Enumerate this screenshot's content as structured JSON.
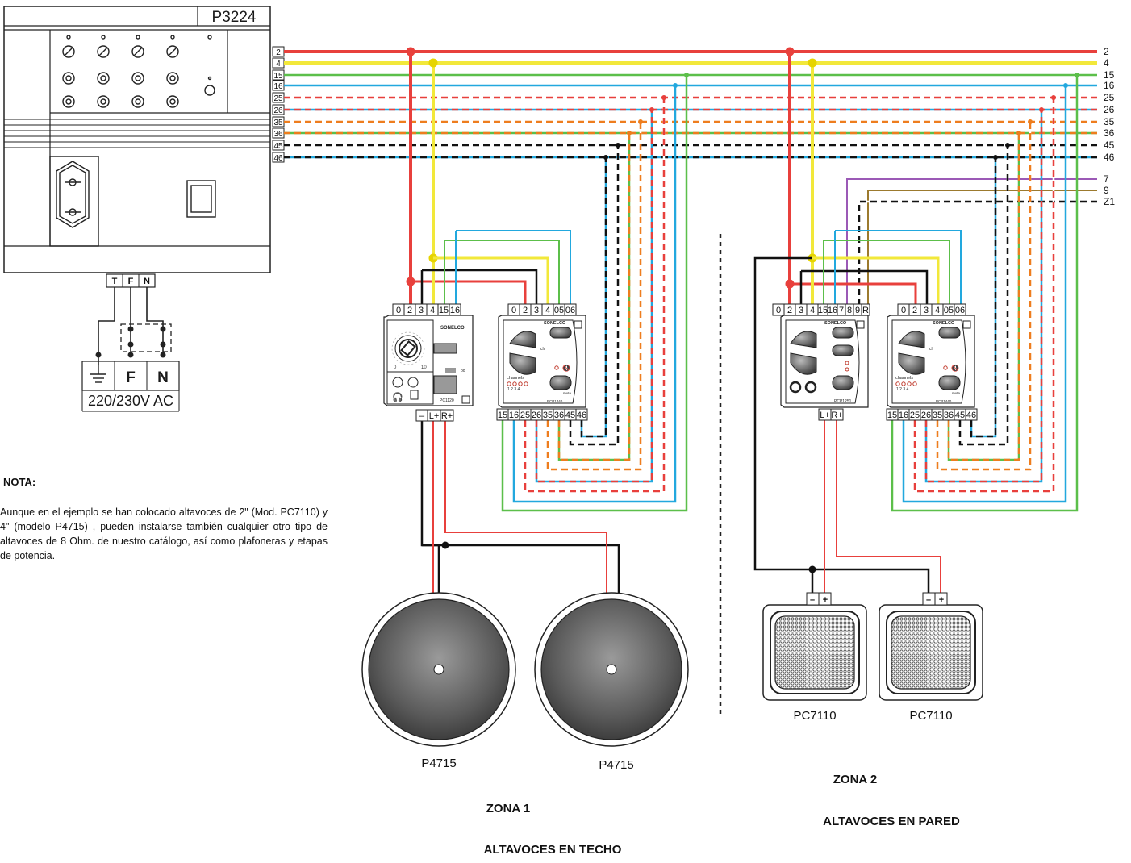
{
  "amplifier": {
    "model": "P3224",
    "power_terminals": [
      "T",
      "F",
      "N"
    ],
    "ground_symbol": "earth-ground",
    "supply_f": "F",
    "supply_n": "N",
    "supply_voltage": "220/230V AC"
  },
  "bus_lines": [
    "2",
    "4",
    "15",
    "16",
    "25",
    "26",
    "35",
    "36",
    "45",
    "46"
  ],
  "bus_lines_zone2_extra": [
    "7",
    "9",
    "Z1"
  ],
  "wire_colors": {
    "2": "#e8403c",
    "4": "#f2e83a",
    "15": "#5cbf4a",
    "16": "#22a8de",
    "25": "#e8403c",
    "26": "#e8403c",
    "35": "#ee7d1e",
    "36": "#ee7d1e",
    "45": "#111111",
    "46": "#111111",
    "7": "#9b59b6",
    "9": "#9c7a2e"
  },
  "modules": {
    "zone1_selector": {
      "brand": "SONELCO",
      "model": "PC1120",
      "top_terminals": [
        "0",
        "2",
        "3",
        "4",
        "15",
        "16"
      ],
      "bottom_terminals": [
        "–",
        "L+",
        "R+"
      ]
    },
    "zone1_control": {
      "brand": "SONELCO",
      "model": "PCP1440",
      "top_terminals": [
        "0",
        "2",
        "3",
        "4",
        "05",
        "06"
      ],
      "bottom_terminals": [
        "15",
        "16",
        "25",
        "26",
        "35",
        "36",
        "45",
        "46"
      ],
      "channels_label": "channels",
      "channel_numbers": "1 2 3 4",
      "mute_label": "mute",
      "ch_label": "ch"
    },
    "zone2_selector": {
      "brand": "SONELCO",
      "model": "PCP1251",
      "top_terminals": [
        "0",
        "2",
        "3",
        "4",
        "15",
        "16",
        "7",
        "8",
        "9",
        "R"
      ],
      "bottom_terminals": [
        "L+",
        "R+"
      ]
    },
    "zone2_control": {
      "brand": "SONELCO",
      "model": "PCP1440",
      "top_terminals": [
        "0",
        "2",
        "3",
        "4",
        "05",
        "06"
      ],
      "bottom_terminals": [
        "15",
        "16",
        "25",
        "26",
        "35",
        "36",
        "45",
        "46"
      ],
      "channels_label": "channels",
      "channel_numbers": "1 2 3 4",
      "mute_label": "mute",
      "ch_label": "ch"
    }
  },
  "speakers": {
    "zone1": [
      "P4715",
      "P4715"
    ],
    "zone2": [
      "PC7110",
      "PC7110"
    ],
    "zone2_terminals": [
      "–",
      "+"
    ]
  },
  "note": {
    "title": "NOTA:",
    "body": "Aunque en el ejemplo se han colocado altavoces de 2\" (Mod. PC7110)  y 4\" (modelo P4715) , pueden instalarse también cualquier otro tipo de altavoces de 8 Ohm. de nuestro catálogo, así como plafoneras y etapas de potencia."
  },
  "zones": {
    "zone1_title": "ZONA 1",
    "zone1_subtitle": "ALTAVOCES EN TECHO",
    "zone2_title": "ZONA 2",
    "zone2_subtitle": "ALTAVOCES EN PARED"
  }
}
